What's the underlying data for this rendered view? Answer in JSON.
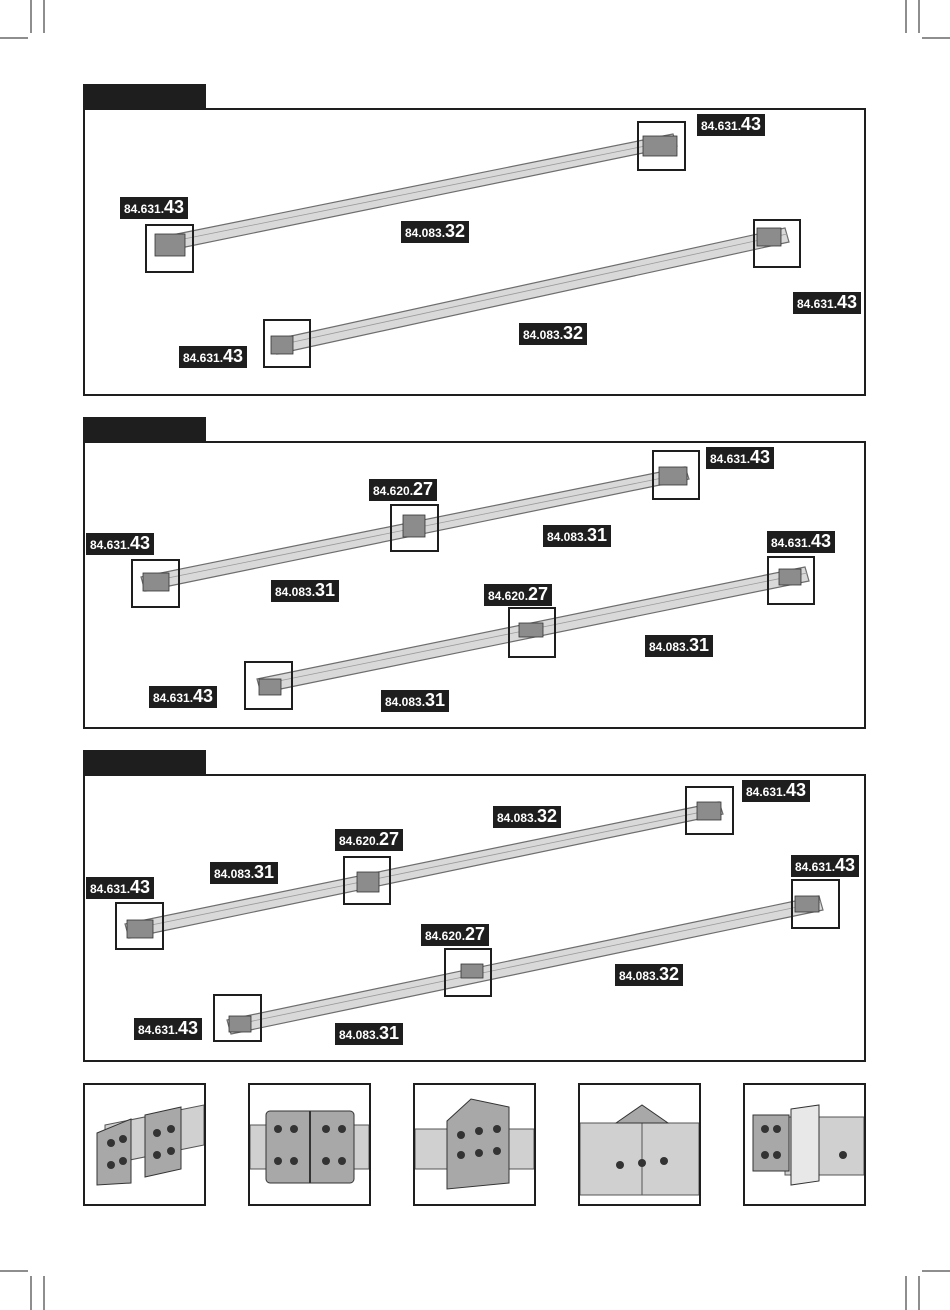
{
  "panels": [
    {
      "id": "panel-1",
      "labels": [
        {
          "prefix": "84.631.",
          "suffix": "43"
        },
        {
          "prefix": "84.631.",
          "suffix": "43"
        },
        {
          "prefix": "84.083.",
          "suffix": "32"
        },
        {
          "prefix": "84.631.",
          "suffix": "43"
        },
        {
          "prefix": "84.631.",
          "suffix": "43"
        },
        {
          "prefix": "84.083.",
          "suffix": "32"
        }
      ]
    },
    {
      "id": "panel-2",
      "labels": [
        {
          "prefix": "84.631.",
          "suffix": "43"
        },
        {
          "prefix": "84.620.",
          "suffix": "27"
        },
        {
          "prefix": "84.631.",
          "suffix": "43"
        },
        {
          "prefix": "84.083.",
          "suffix": "31"
        },
        {
          "prefix": "84.631.",
          "suffix": "43"
        },
        {
          "prefix": "84.083.",
          "suffix": "31"
        },
        {
          "prefix": "84.620.",
          "suffix": "27"
        },
        {
          "prefix": "84.083.",
          "suffix": "31"
        },
        {
          "prefix": "84.631.",
          "suffix": "43"
        },
        {
          "prefix": "84.083.",
          "suffix": "31"
        }
      ]
    },
    {
      "id": "panel-3",
      "labels": [
        {
          "prefix": "84.631.",
          "suffix": "43"
        },
        {
          "prefix": "84.083.",
          "suffix": "32"
        },
        {
          "prefix": "84.620.",
          "suffix": "27"
        },
        {
          "prefix": "84.083.",
          "suffix": "31"
        },
        {
          "prefix": "84.631.",
          "suffix": "43"
        },
        {
          "prefix": "84.631.",
          "suffix": "43"
        },
        {
          "prefix": "84.620.",
          "suffix": "27"
        },
        {
          "prefix": "84.083.",
          "suffix": "32"
        },
        {
          "prefix": "84.631.",
          "suffix": "43"
        },
        {
          "prefix": "84.083.",
          "suffix": "31"
        }
      ]
    }
  ],
  "detail_thumbnails": [
    {
      "id": "angle-connector-left",
      "icon": "angle-bracket-icon"
    },
    {
      "id": "straight-connector",
      "icon": "straight-plate-icon"
    },
    {
      "id": "mid-plate",
      "icon": "mid-plate-icon"
    },
    {
      "id": "mid-clip",
      "icon": "mid-clip-icon"
    },
    {
      "id": "end-cap",
      "icon": "end-cap-icon"
    }
  ],
  "colors": {
    "ink": "#1e1e1e",
    "rail_fill": "#d9d9d9",
    "rail_edge": "#6e6e6e"
  }
}
